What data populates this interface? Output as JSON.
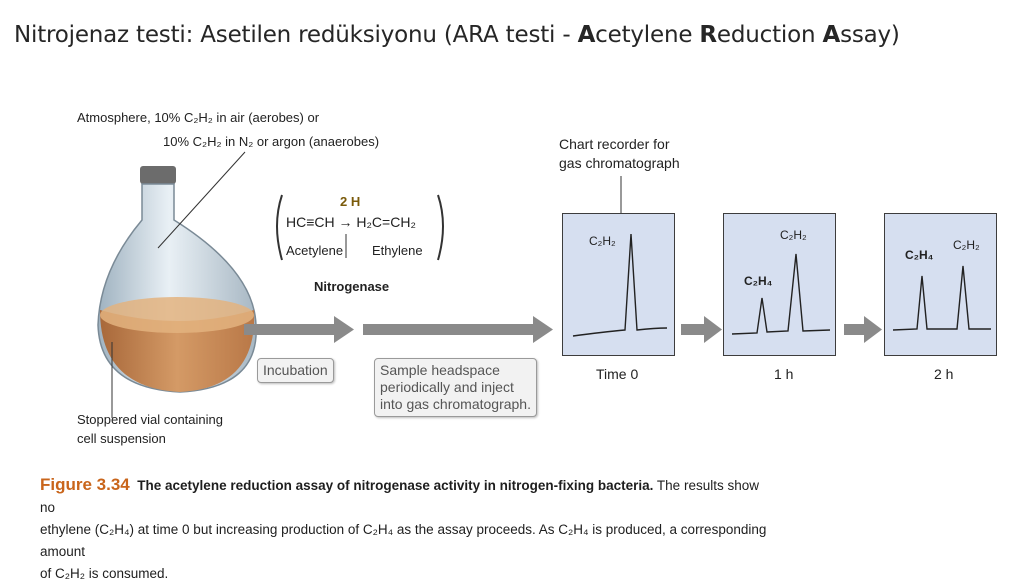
{
  "slide": {
    "title": {
      "prefix": "Nitrojenaz testi: Asetilen redüksiyonu (ARA testi - ",
      "a1": "A",
      "r1": "cetylene ",
      "a2": "R",
      "r2": "eduction ",
      "a3": "A",
      "r3": "ssay)"
    }
  },
  "figure": {
    "atmosphere_line1": "Atmosphere, 10% C₂H₂ in air (aerobes) or",
    "atmosphere_line2": "10% C₂H₂ in N₂ or argon (anaerobes)",
    "vial_label_line1": "Stoppered vial containing",
    "vial_label_line2": "cell suspension",
    "reaction": {
      "reagent": "2 H",
      "equation": "HC≡CH → H₂C=CH₂",
      "left_name": "Acetylene",
      "right_name": "Ethylene",
      "enzyme": "Nitrogenase"
    },
    "incubation_label": "Incubation",
    "sample_label_line1": "Sample headspace",
    "sample_label_line2": "periodically and inject",
    "sample_label_line3": "into gas chromatograph.",
    "recorder_line1": "Chart recorder for",
    "recorder_line2": "gas chromatograph",
    "charts": [
      {
        "time": "Time 0",
        "c2h2_label": "C₂H₂",
        "c2h4_label": ""
      },
      {
        "time": "1 h",
        "c2h2_label": "C₂H₂",
        "c2h4_label": "C₂H₄"
      },
      {
        "time": "2 h",
        "c2h2_label": "C₂H₂",
        "c2h4_label": "C₂H₄"
      }
    ],
    "colors": {
      "chart_bg": "#d6dff0",
      "arrow_gray": "#8a8a8a",
      "figure_number": "#c9651b",
      "liquid": "#c8874f"
    }
  },
  "caption": {
    "figure_number": "Figure 3.34",
    "lead": "The acetylene reduction assay of nitrogenase activity in nitrogen-fixing bacteria.",
    "body_line1": " The results show no",
    "body_line2": "ethylene (C₂H₄) at time 0 but increasing production of C₂H₄ as the assay proceeds. As C₂H₄ is produced, a corresponding amount",
    "body_line3": "of C₂H₂ is consumed."
  }
}
